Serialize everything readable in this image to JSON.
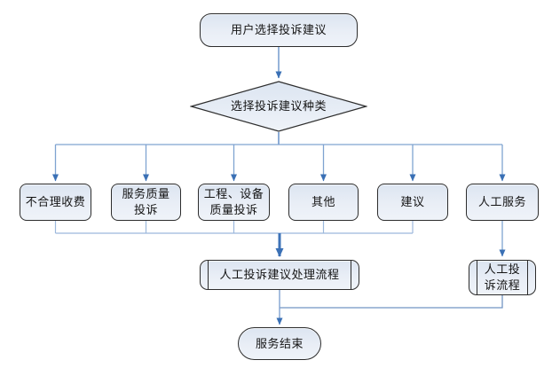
{
  "colors": {
    "node_fill_top": "#dce5f1",
    "node_fill_bottom": "#eff3f9",
    "node_border": "#2d2d2d",
    "connector_line": "#7fa3d1",
    "arrowhead": "#3a70b5"
  },
  "nodes": {
    "start": {
      "label": "用户选择投诉建议",
      "shape": "terminator"
    },
    "decision": {
      "label": "选择投诉建议种类",
      "shape": "decision"
    },
    "branches": [
      {
        "label": "不合理收费"
      },
      {
        "label": "服务质量\n投诉"
      },
      {
        "label": "工程、设备\n质量投诉"
      },
      {
        "label": "其他"
      },
      {
        "label": "建议"
      },
      {
        "label": "人工服务"
      }
    ],
    "process_main": {
      "label": "人工投诉建议处理流程",
      "shape": "predefined-process"
    },
    "process_manual": {
      "label": "人工投\n诉流程",
      "shape": "predefined-process"
    },
    "end": {
      "label": "服务结束",
      "shape": "terminator"
    }
  }
}
